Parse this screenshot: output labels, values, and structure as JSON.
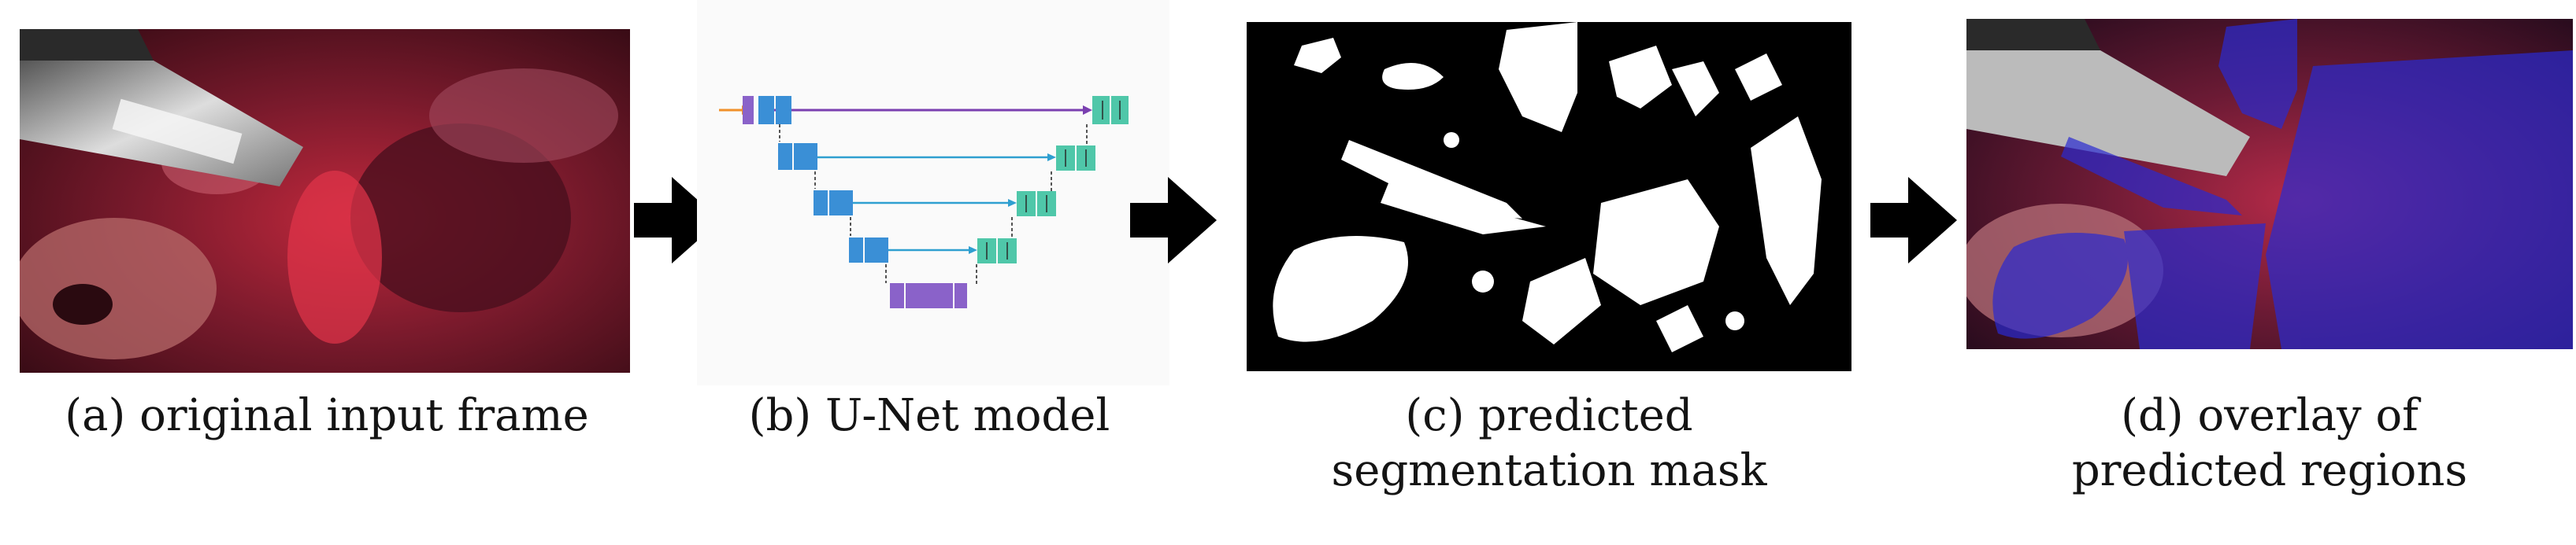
{
  "figure": {
    "panels": [
      {
        "id": "a",
        "caption_lines": [
          "(a) original input frame"
        ]
      },
      {
        "id": "b",
        "caption_lines": [
          "(b) U-Net model"
        ]
      },
      {
        "id": "c",
        "caption_lines": [
          "(c) predicted",
          "segmentation mask"
        ]
      },
      {
        "id": "d",
        "caption_lines": [
          "(d) overlay of",
          "predicted regions"
        ]
      }
    ],
    "colors": {
      "arrow": "#000000",
      "unet_encoder_block": "#3a8fd6",
      "unet_decoder_block": "#4fc7a9",
      "unet_bottleneck": "#8a62c9",
      "unet_input": "#8a62c9",
      "unet_input_arrow": "#f0902a",
      "unet_skip_top": "#7a3fb0",
      "unet_skip": "#2f9fd0",
      "overlay_tint": "#2a2ad0",
      "tissue_red": "#8c1c2e"
    }
  }
}
